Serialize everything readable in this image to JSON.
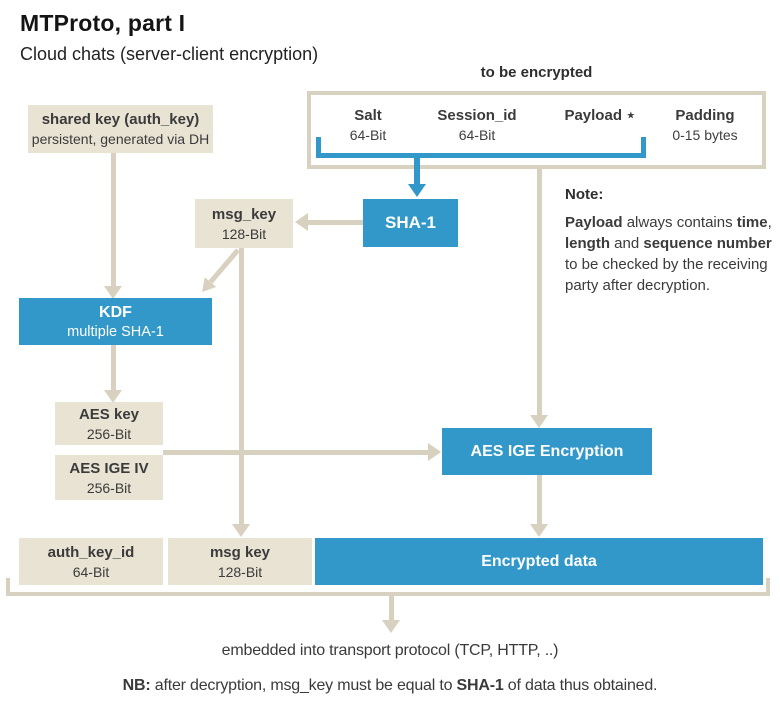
{
  "header": {
    "title": "MTProto, part I",
    "subtitle": "Cloud chats (server-client encryption)"
  },
  "colors": {
    "blue": "#3198c9",
    "beige": "#e9e3d4",
    "tan_lines": "#d9d1bf",
    "text": "#3b3b3b"
  },
  "top_bracket": {
    "label": "to be encrypted",
    "fields": [
      {
        "name": "Salt",
        "sub": "64-Bit"
      },
      {
        "name": "Session_id",
        "sub": "64-Bit"
      },
      {
        "name": "Payload ⋆",
        "sub": ""
      },
      {
        "name": "Padding",
        "sub": "0-15 bytes"
      }
    ]
  },
  "boxes": {
    "shared_key": {
      "title": "shared key (auth_key)",
      "sub": "persistent, generated via DH"
    },
    "msg_key_top": {
      "title": "msg_key",
      "sub": "128-Bit"
    },
    "sha1": {
      "title": "SHA-1"
    },
    "kdf": {
      "title": "KDF",
      "sub": "multiple SHA-1"
    },
    "aes_key": {
      "title": "AES key",
      "sub": "256-Bit"
    },
    "aes_ige_iv": {
      "title": "AES IGE IV",
      "sub": "256-Bit"
    },
    "aes_ige_encryption": {
      "title": "AES IGE Encryption"
    },
    "auth_key_id": {
      "title": "auth_key_id",
      "sub": "64-Bit"
    },
    "msg_key_bottom": {
      "title": "msg key",
      "sub": "128-Bit"
    },
    "encrypted_data": {
      "title": "Encrypted data"
    }
  },
  "note": {
    "heading": "Note:",
    "s1": "Payload",
    "s2": " always contains ",
    "s3": "time",
    "s4": ", ",
    "s5": "length",
    "s6": " and ",
    "s7": "sequence number",
    "s8": " to be checked by the receiving party after decryption."
  },
  "transport": {
    "label": "embedded into transport protocol (TCP, HTTP, ..)"
  },
  "nb": {
    "s1": "NB:",
    "s2": " after decryption, msg_key must be equal to ",
    "s3": "SHA-1",
    "s4": " of data thus obtained."
  }
}
